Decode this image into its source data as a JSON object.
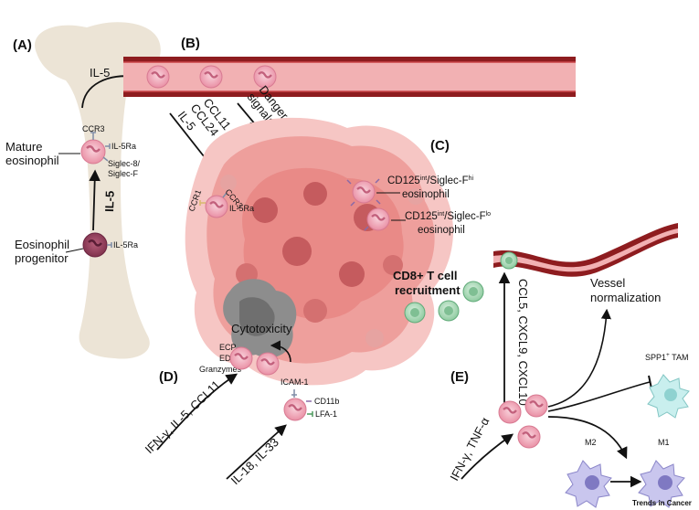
{
  "panels": {
    "a": "(A)",
    "b": "(B)",
    "c": "(C)",
    "d": "(D)",
    "e": "(E)"
  },
  "bone": {
    "il5_top": "IL-5",
    "ccr3": "CCR3",
    "il5ra_mature": "IL-5Ra",
    "siglec_line1": "Siglec-8/",
    "siglec_line2": "Siglec-F",
    "mature_line1": "Mature",
    "mature_line2": "eosinophil",
    "il5_arrow": "IL-5",
    "progenitor_line1": "Eosinophil",
    "progenitor_line2": "progenitor",
    "il5ra_progenitor": "IL-5Ra"
  },
  "migration": {
    "chemokines": [
      "CCL11",
      "CCL24",
      "IL-5"
    ],
    "danger_line1": "Danger",
    "danger_line2": "signals",
    "danger_q": "?",
    "ccr1": "CCR1",
    "ccr3": "CCR3",
    "il5ra": "IL-5Ra"
  },
  "subsets": {
    "hi_prefix": "CD125",
    "hi_sup1": "int",
    "hi_mid": "/Siglec-F",
    "hi_sup2": "hi",
    "hi_line2": "eosinophil",
    "lo_prefix": "CD125",
    "lo_sup1": "int",
    "lo_mid": "/Siglec-F",
    "lo_sup2": "lo",
    "lo_line2": "eosinophil",
    "cd8_line1": "CD8+ T cell",
    "cd8_line2": "recruitment"
  },
  "cytotox": {
    "label": "Cytotoxicity",
    "granules": [
      "ECP",
      "EDN",
      "Granzymes"
    ],
    "inducers1": "IFN-γ, IL-5, CCL11",
    "icam": "ICAM-1",
    "cd11b": "CD11b",
    "lfa1": "LFA-1",
    "inducers2": "IL-18, IL-33"
  },
  "vessel_panel": {
    "chemokines": "CCL5, CXCL9, CXCL10",
    "vessel_line1": "Vessel",
    "vessel_line2": "normalization",
    "spp1_prefix": "SPP1",
    "spp1_sup": "+",
    "spp1_suffix": " TAM",
    "inducers": "IFN-γ, TNF-α",
    "m2": "M2",
    "m1": "M1"
  },
  "journal": "Trends in Cancer"
}
